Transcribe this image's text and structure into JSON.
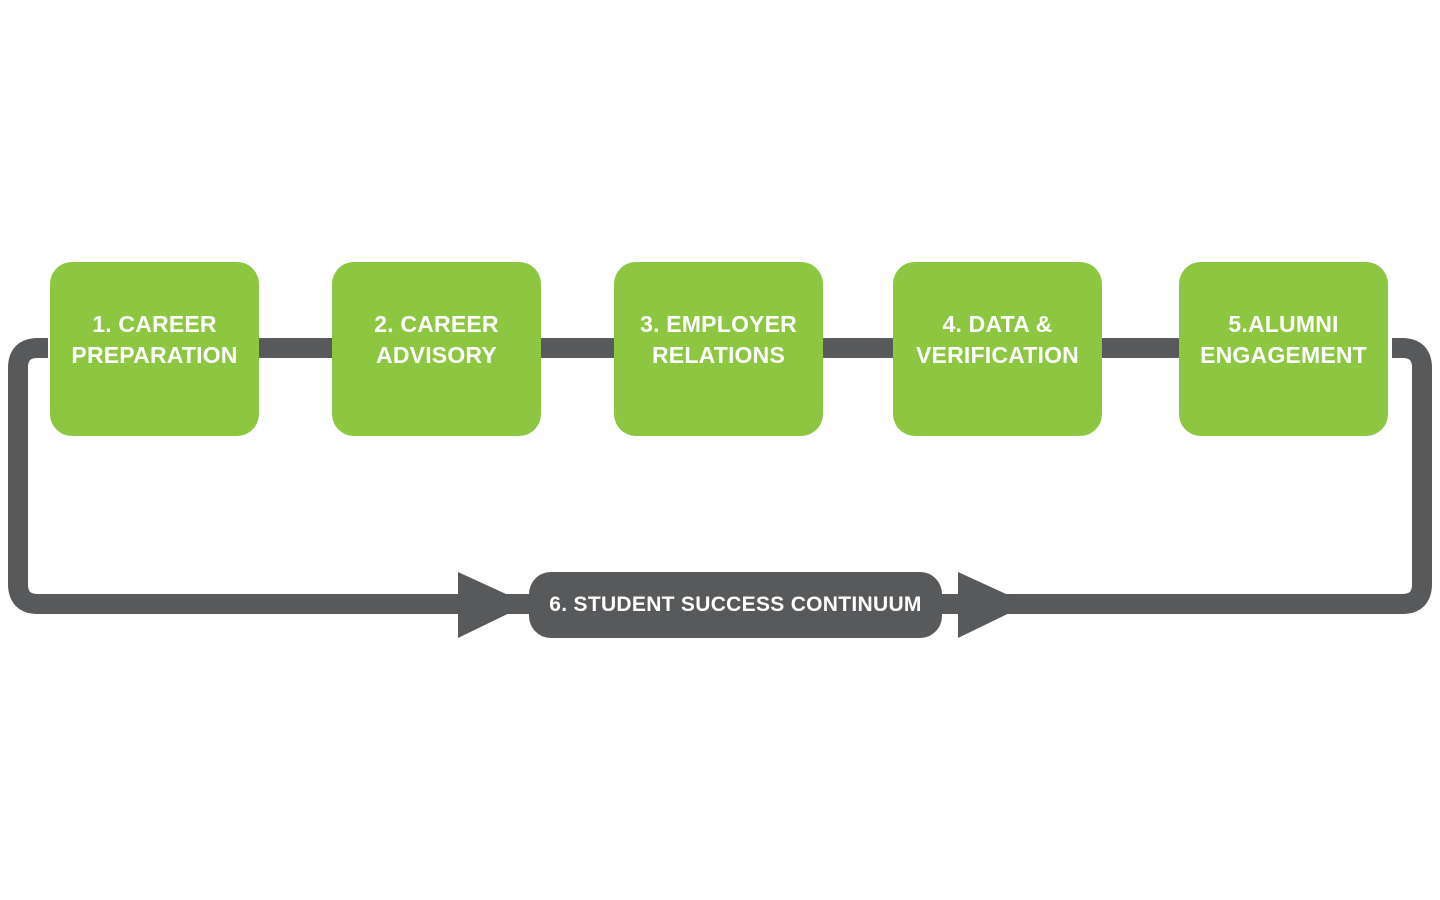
{
  "colors": {
    "stage_fill": "#8dc641",
    "connector": "#58595b",
    "label_text": "#ffffff",
    "background": "#ffffff"
  },
  "stages": [
    {
      "label": "1. CAREER\nPREPARATION"
    },
    {
      "label": "2. CAREER\nADVISORY"
    },
    {
      "label": "3. EMPLOYER\nRELATIONS"
    },
    {
      "label": "4. DATA &\nVERIFICATION"
    },
    {
      "label": "5.ALUMNI\nENGAGEMENT"
    }
  ],
  "continuum": {
    "label": "6. STUDENT SUCCESS CONTINUUM"
  }
}
